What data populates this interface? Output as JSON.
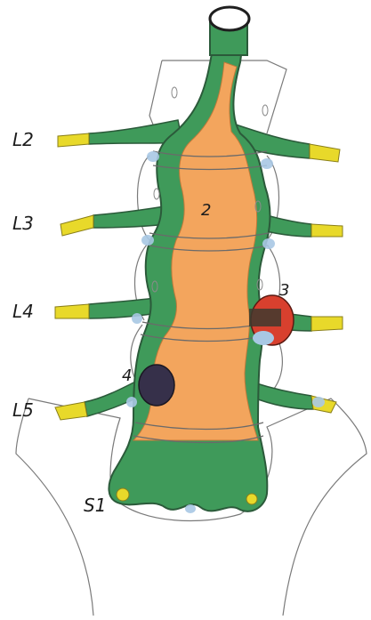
{
  "diagram": {
    "level_labels": [
      "L2",
      "L3",
      "L4",
      "L5",
      "S1"
    ],
    "callouts": [
      "2",
      "3",
      "4"
    ],
    "colors": {
      "dura_green": "#3f9a5a",
      "dura_green_dark": "#2e7c45",
      "csf_orange": "#f3a55d",
      "nerve_yellow": "#e8d92a",
      "lesion_red": "#d8402e",
      "lesion_dark": "#36304a",
      "bone_outline": "#7a7a7a",
      "foramen_blue": "#a8c8e4"
    }
  }
}
